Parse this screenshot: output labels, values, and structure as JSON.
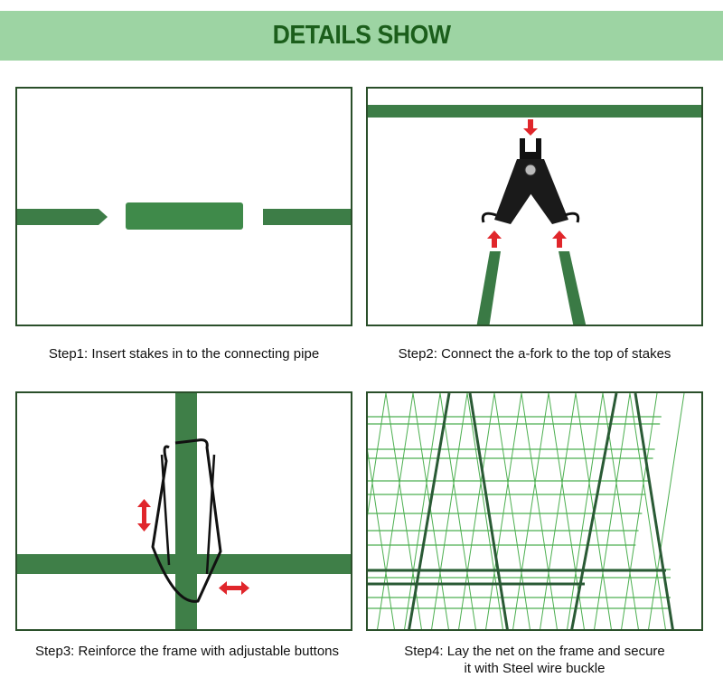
{
  "banner": {
    "title": "DETAILS SHOW"
  },
  "steps": [
    {
      "caption": "Step1: Insert stakes in to the connecting pipe"
    },
    {
      "caption": "Step2: Connect the a-fork to the top of stakes"
    },
    {
      "caption": "Step3: Reinforce the frame with adjustable buttons"
    },
    {
      "caption_line1": "Step4: Lay the net on the frame and secure",
      "caption_line2": "it with Steel wire buckle"
    }
  ],
  "colors": {
    "banner_bg": "#9dd4a3",
    "banner_text": "#1b5e1b",
    "stake": "#3a7a45",
    "arrow": "#e0262b",
    "net": "#4caf50"
  }
}
